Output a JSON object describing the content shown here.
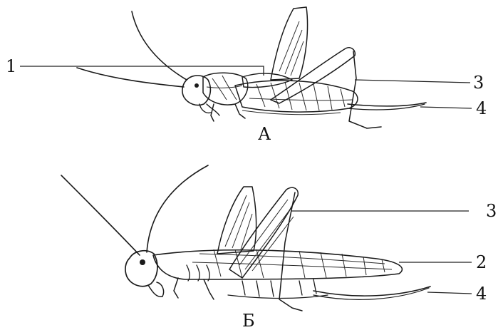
{
  "figure": {
    "panels": [
      {
        "id": "A",
        "caption": "А"
      },
      {
        "id": "B",
        "caption": "Б"
      }
    ],
    "callouts": {
      "a_1": "1",
      "a_3": "3",
      "a_4": "4",
      "b_3": "3",
      "b_2": "2",
      "b_4": "4"
    }
  }
}
